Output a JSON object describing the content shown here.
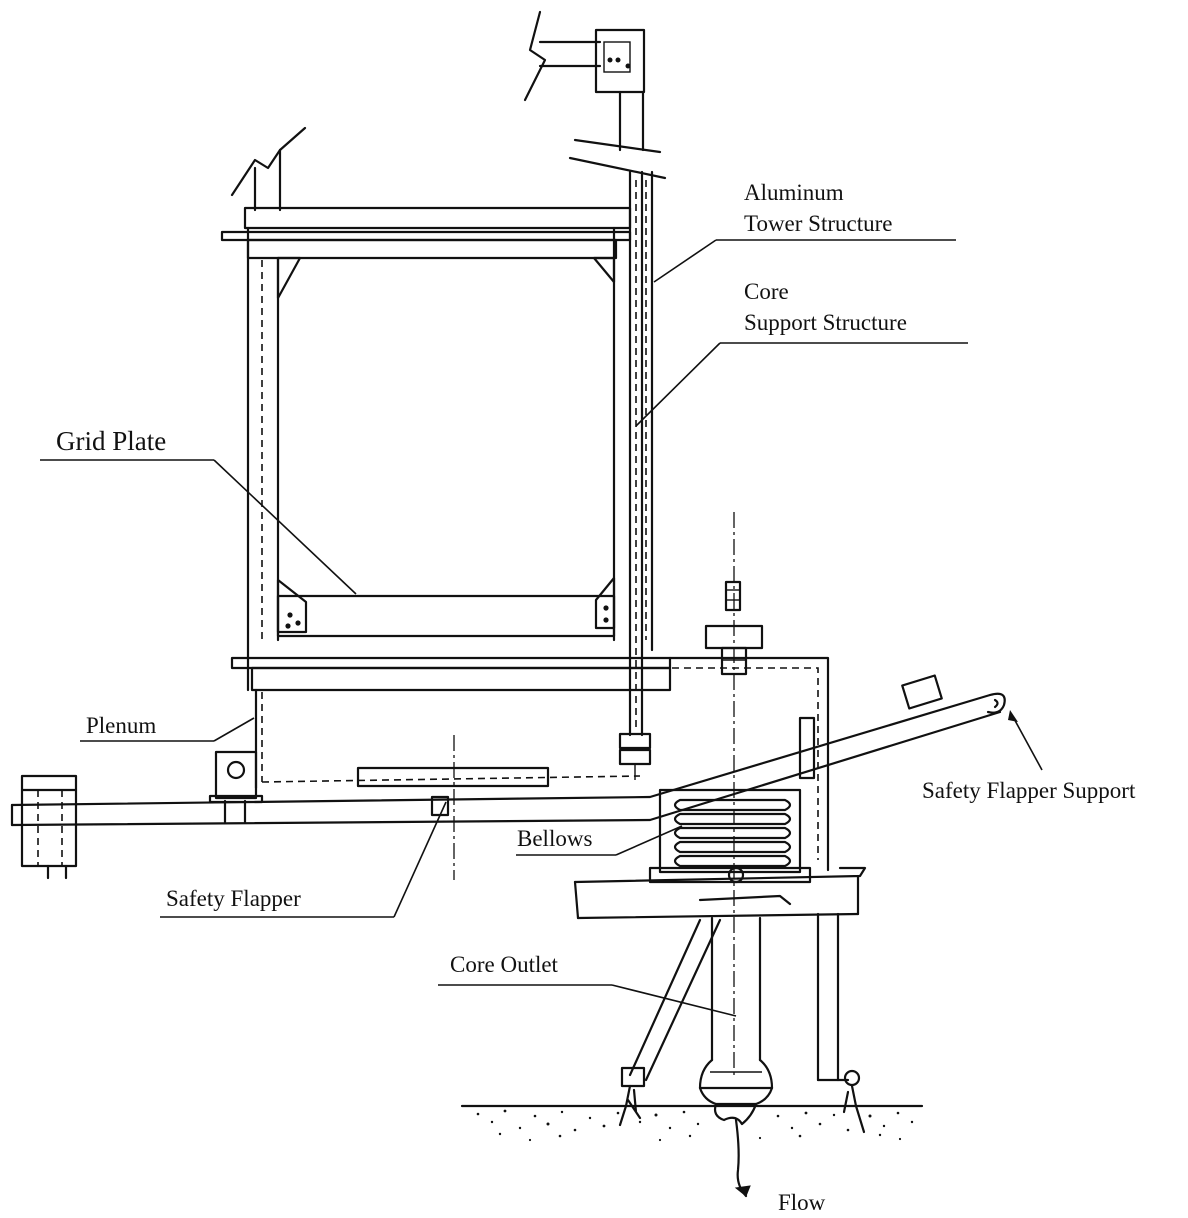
{
  "labels": {
    "aluminum_tower": "Aluminum",
    "aluminum_tower_2": "Tower Structure",
    "core_support": "Core",
    "core_support_2": "Support Structure",
    "grid_plate": "Grid Plate",
    "plenum": "Plenum",
    "safety_flapper_support": "Safety Flapper Support",
    "bellows": "Bellows",
    "safety_flapper": "Safety Flapper",
    "core_outlet": "Core Outlet",
    "flow": "Flow"
  }
}
